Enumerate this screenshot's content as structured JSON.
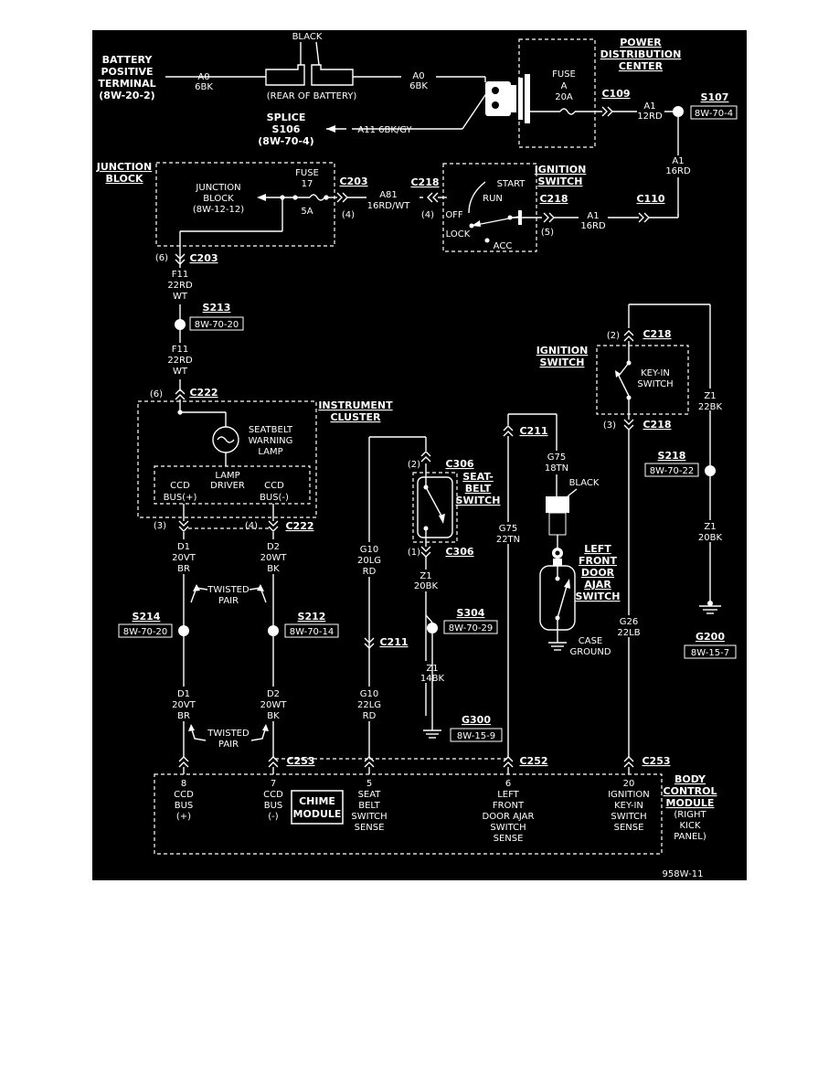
{
  "labels": {
    "black_top": "BLACK",
    "battery_l1": "BATTERY",
    "battery_l2": "POSITIVE",
    "battery_l3": "TERMINAL",
    "battery_l4": "(8W-20-2)",
    "a0_left": "A0",
    "a0_left_g": "6BK",
    "rear_battery": "(REAR OF BATTERY)",
    "a0_right": "A0",
    "a0_right_g": "6BK",
    "pdc_l1": "POWER",
    "pdc_l2": "DISTRIBUTION",
    "pdc_l3": "CENTER",
    "fuse_a_l1": "FUSE",
    "fuse_a_l2": "A",
    "fuse_a_l3": "20A",
    "c109": "C109",
    "a1_top": "A1",
    "a1_top_g": "12RD",
    "s107": "S107",
    "s107_ref": "8W-70-4",
    "splice_l1": "SPLICE",
    "splice_l2": "S106",
    "splice_l3": "(8W-70-4)",
    "a11": "A11 6BK/GY",
    "a1_vert": "A1",
    "a1_vert_g": "16RD",
    "jb_title_l1": "JUNCTION",
    "jb_title_l2": "BLOCK",
    "jb_inner_l1": "JUNCTION",
    "jb_inner_l2": "BLOCK",
    "jb_inner_l3": "(8W-12-12)",
    "fuse17_l1": "FUSE",
    "fuse17_l2": "17",
    "fuse17_l3": "5A",
    "c203": "C203",
    "pin4_jb": "(4)",
    "a81": "A81",
    "a81_g": "16RD/WT",
    "c218_a": "C218",
    "pin4_ign": "(4)",
    "ign_title_l1": "IGNITION",
    "ign_title_l2": "SWITCH",
    "start": "START",
    "run": "RUN",
    "off": "OFF",
    "lock": "LOCK",
    "acc": "ACC",
    "c218_b": "C218",
    "pin5": "(5)",
    "a1_mid": "A1",
    "a1_mid_g": "16RD",
    "c110": "C110",
    "pin6_c203": "(6)",
    "c203_b": "C203",
    "f11_a": "F11",
    "f11_a_g1": "22RD",
    "f11_a_g2": "WT",
    "s213": "S213",
    "s213_ref": "8W-70-20",
    "f11_b": "F11",
    "f11_b_g1": "22RD",
    "f11_b_g2": "WT",
    "pin6_c222": "(6)",
    "c222_a": "C222",
    "ic_l1": "INSTRUMENT",
    "ic_l2": "CLUSTER",
    "swl_l1": "SEATBELT",
    "swl_l2": "WARNING",
    "swl_l3": "LAMP",
    "lamp_driver_l1": "LAMP",
    "lamp_driver_l2": "DRIVER",
    "ccd_l": "CCD",
    "bus_plus": "BUS(+)",
    "ccd_r": "CCD",
    "bus_minus": "BUS(-)",
    "pin3_c222": "(3)",
    "pin4_c222": "(4)",
    "c222_b": "C222",
    "d1_a": "D1",
    "d1_a_g1": "20VT",
    "d1_a_g2": "BR",
    "d2_a": "D2",
    "d2_a_g1": "20WT",
    "d2_a_g2": "BK",
    "twisted_a_l1": "TWISTED",
    "twisted_a_l2": "PAIR",
    "s214": "S214",
    "s214_ref": "8W-70-20",
    "s212": "S212",
    "s212_ref": "8W-70-14",
    "d1_b": "D1",
    "d1_b_g1": "20VT",
    "d1_b_g2": "BR",
    "d2_b": "D2",
    "d2_b_g1": "20WT",
    "d2_b_g2": "BK",
    "twisted_b_l1": "TWISTED",
    "twisted_b_l2": "PAIR",
    "pin2_c306": "(2)",
    "c306_a": "C306",
    "seatbelt_sw_l1": "SEAT-",
    "seatbelt_sw_l2": "BELT",
    "seatbelt_sw_l3": "SWITCH",
    "pin1_c306": "(1)",
    "c306_b": "C306",
    "g10_a": "G10",
    "g10_a_g1": "20LG",
    "g10_a_g2": "RD",
    "c211_a": "C211",
    "g10_b": "G10",
    "g10_b_g1": "22LG",
    "g10_b_g2": "RD",
    "z1_a": "Z1",
    "z1_a_g": "20BK",
    "s304": "S304",
    "s304_ref": "8W-70-29",
    "z1_b": "Z1",
    "z1_b_g": "14BK",
    "g300": "G300",
    "g300_ref": "8W-15-9",
    "c211_b": "C211",
    "g75_a": "G75",
    "g75_a_g": "18TN",
    "black_conn": "BLACK",
    "g75_b": "G75",
    "g75_b_g": "22TN",
    "lfda_l1": "LEFT",
    "lfda_l2": "FRONT",
    "lfda_l3": "DOOR",
    "lfda_l4": "AJAR",
    "lfda_l5": "SWITCH",
    "case_l1": "CASE",
    "case_l2": "GROUND",
    "pin2_c218": "(2)",
    "c218_c": "C218",
    "ign2_l1": "IGNITION",
    "ign2_l2": "SWITCH",
    "keyin_l1": "KEY-IN",
    "keyin_l2": "SWITCH",
    "pin3_c218": "(3)",
    "c218_d": "C218",
    "z1_c": "Z1",
    "z1_c_g": "22BK",
    "s218": "S218",
    "s218_ref": "8W-70-22",
    "z1_d": "Z1",
    "z1_d_g": "20BK",
    "g26": "G26",
    "g26_g": "22LB",
    "g200": "G200",
    "g200_ref": "8W-15-7",
    "c253_a": "C253",
    "c252": "C252",
    "c253_b": "C253",
    "pin8_l1": "8",
    "pin8_l2": "CCD",
    "pin8_l3": "BUS",
    "pin8_l4": "(+)",
    "pin7_l1": "7",
    "pin7_l2": "CCD",
    "pin7_l3": "BUS",
    "pin7_l4": "(-)",
    "chime_l1": "CHIME",
    "chime_l2": "MODULE",
    "pin5_l1": "5",
    "pin5_l2": "SEAT",
    "pin5_l3": "BELT",
    "pin5_l4": "SWITCH",
    "pin5_l5": "SENSE",
    "pin6_l1": "6",
    "pin6_l2": "LEFT",
    "pin6_l3": "FRONT",
    "pin6_l4": "DOOR AJAR",
    "pin6_l5": "SWITCH",
    "pin6_l6": "SENSE",
    "pin20_l1": "20",
    "pin20_l2": "IGNITION",
    "pin20_l3": "KEY-IN",
    "pin20_l4": "SWITCH",
    "pin20_l5": "SENSE",
    "bcm_l1": "BODY",
    "bcm_l2": "CONTROL",
    "bcm_l3": "MODULE",
    "bcm_l4": "(RIGHT",
    "bcm_l5": "KICK",
    "bcm_l6": "PANEL)",
    "fig_id": "958W-11"
  }
}
